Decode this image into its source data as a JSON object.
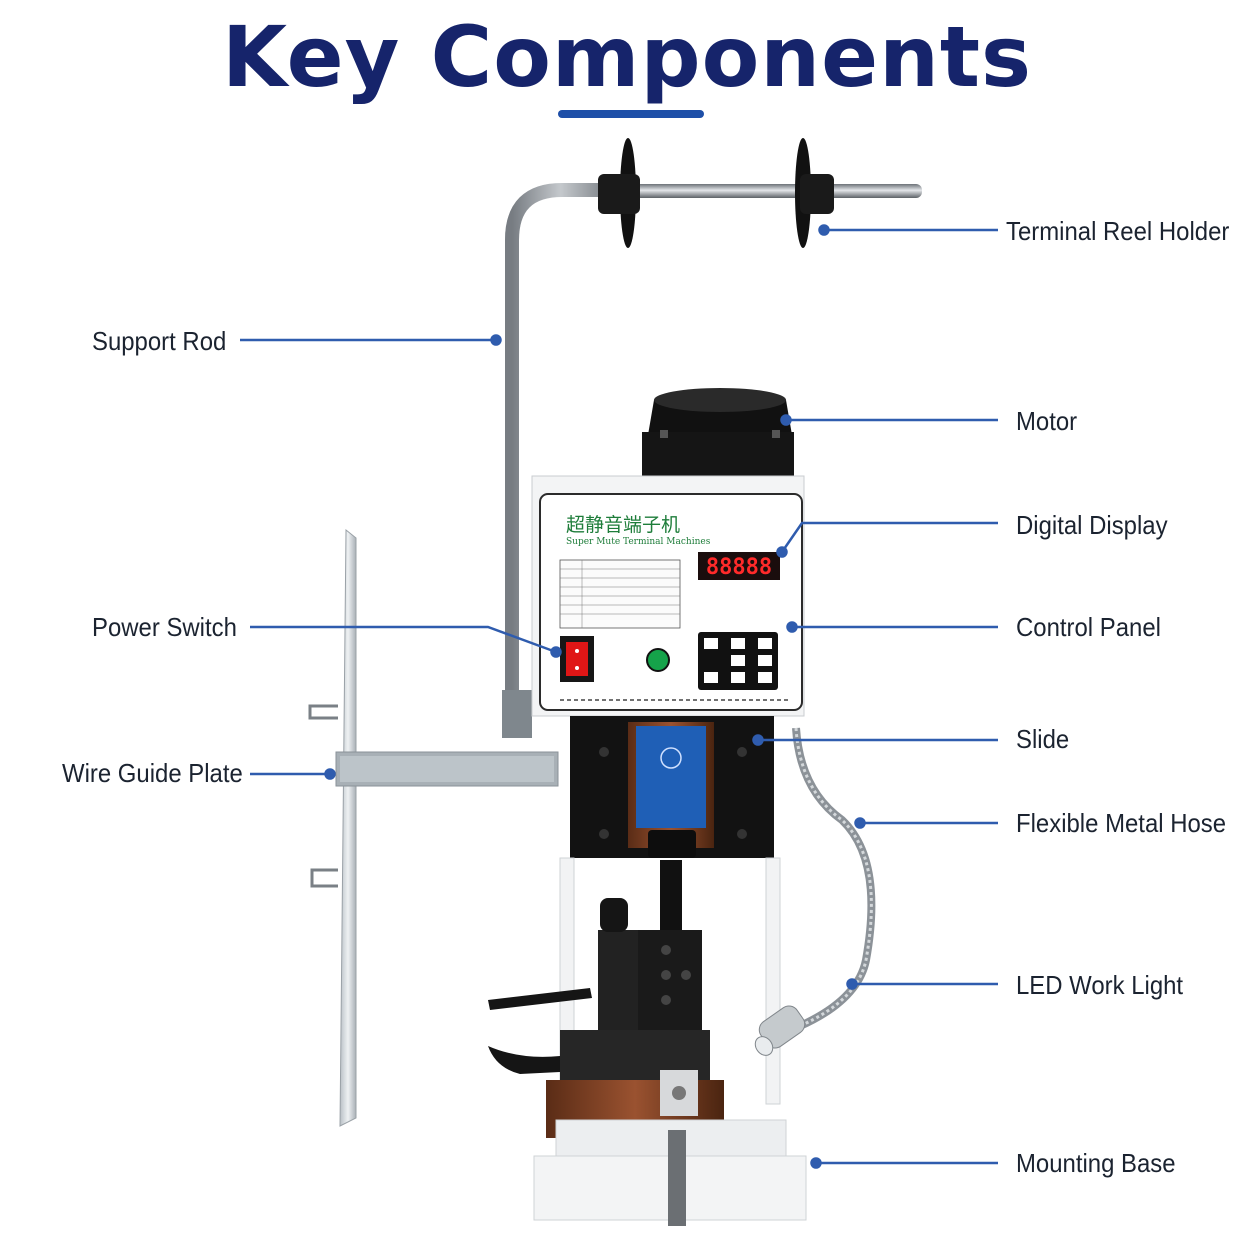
{
  "title": "Key Components",
  "colors": {
    "title": "#16246b",
    "accent": "#1e4fa8",
    "leader": "#2f5cae",
    "label": "#1b2330"
  },
  "machine": {
    "brand_cn": "超静音端子机",
    "brand_en": "Super Mute Terminal Machines",
    "display_readout": "88888"
  },
  "labels": {
    "terminal_reel_holder": "Terminal Reel Holder",
    "support_rod": "Support Rod",
    "motor": "Motor",
    "digital_display": "Digital Display",
    "power_switch": "Power Switch",
    "control_panel": "Control Panel",
    "slide": "Slide",
    "wire_guide_plate": "Wire Guide Plate",
    "flexible_metal_hose": "Flexible Metal Hose",
    "led_work_light": "LED Work Light",
    "mounting_base": "Mounting Base"
  }
}
